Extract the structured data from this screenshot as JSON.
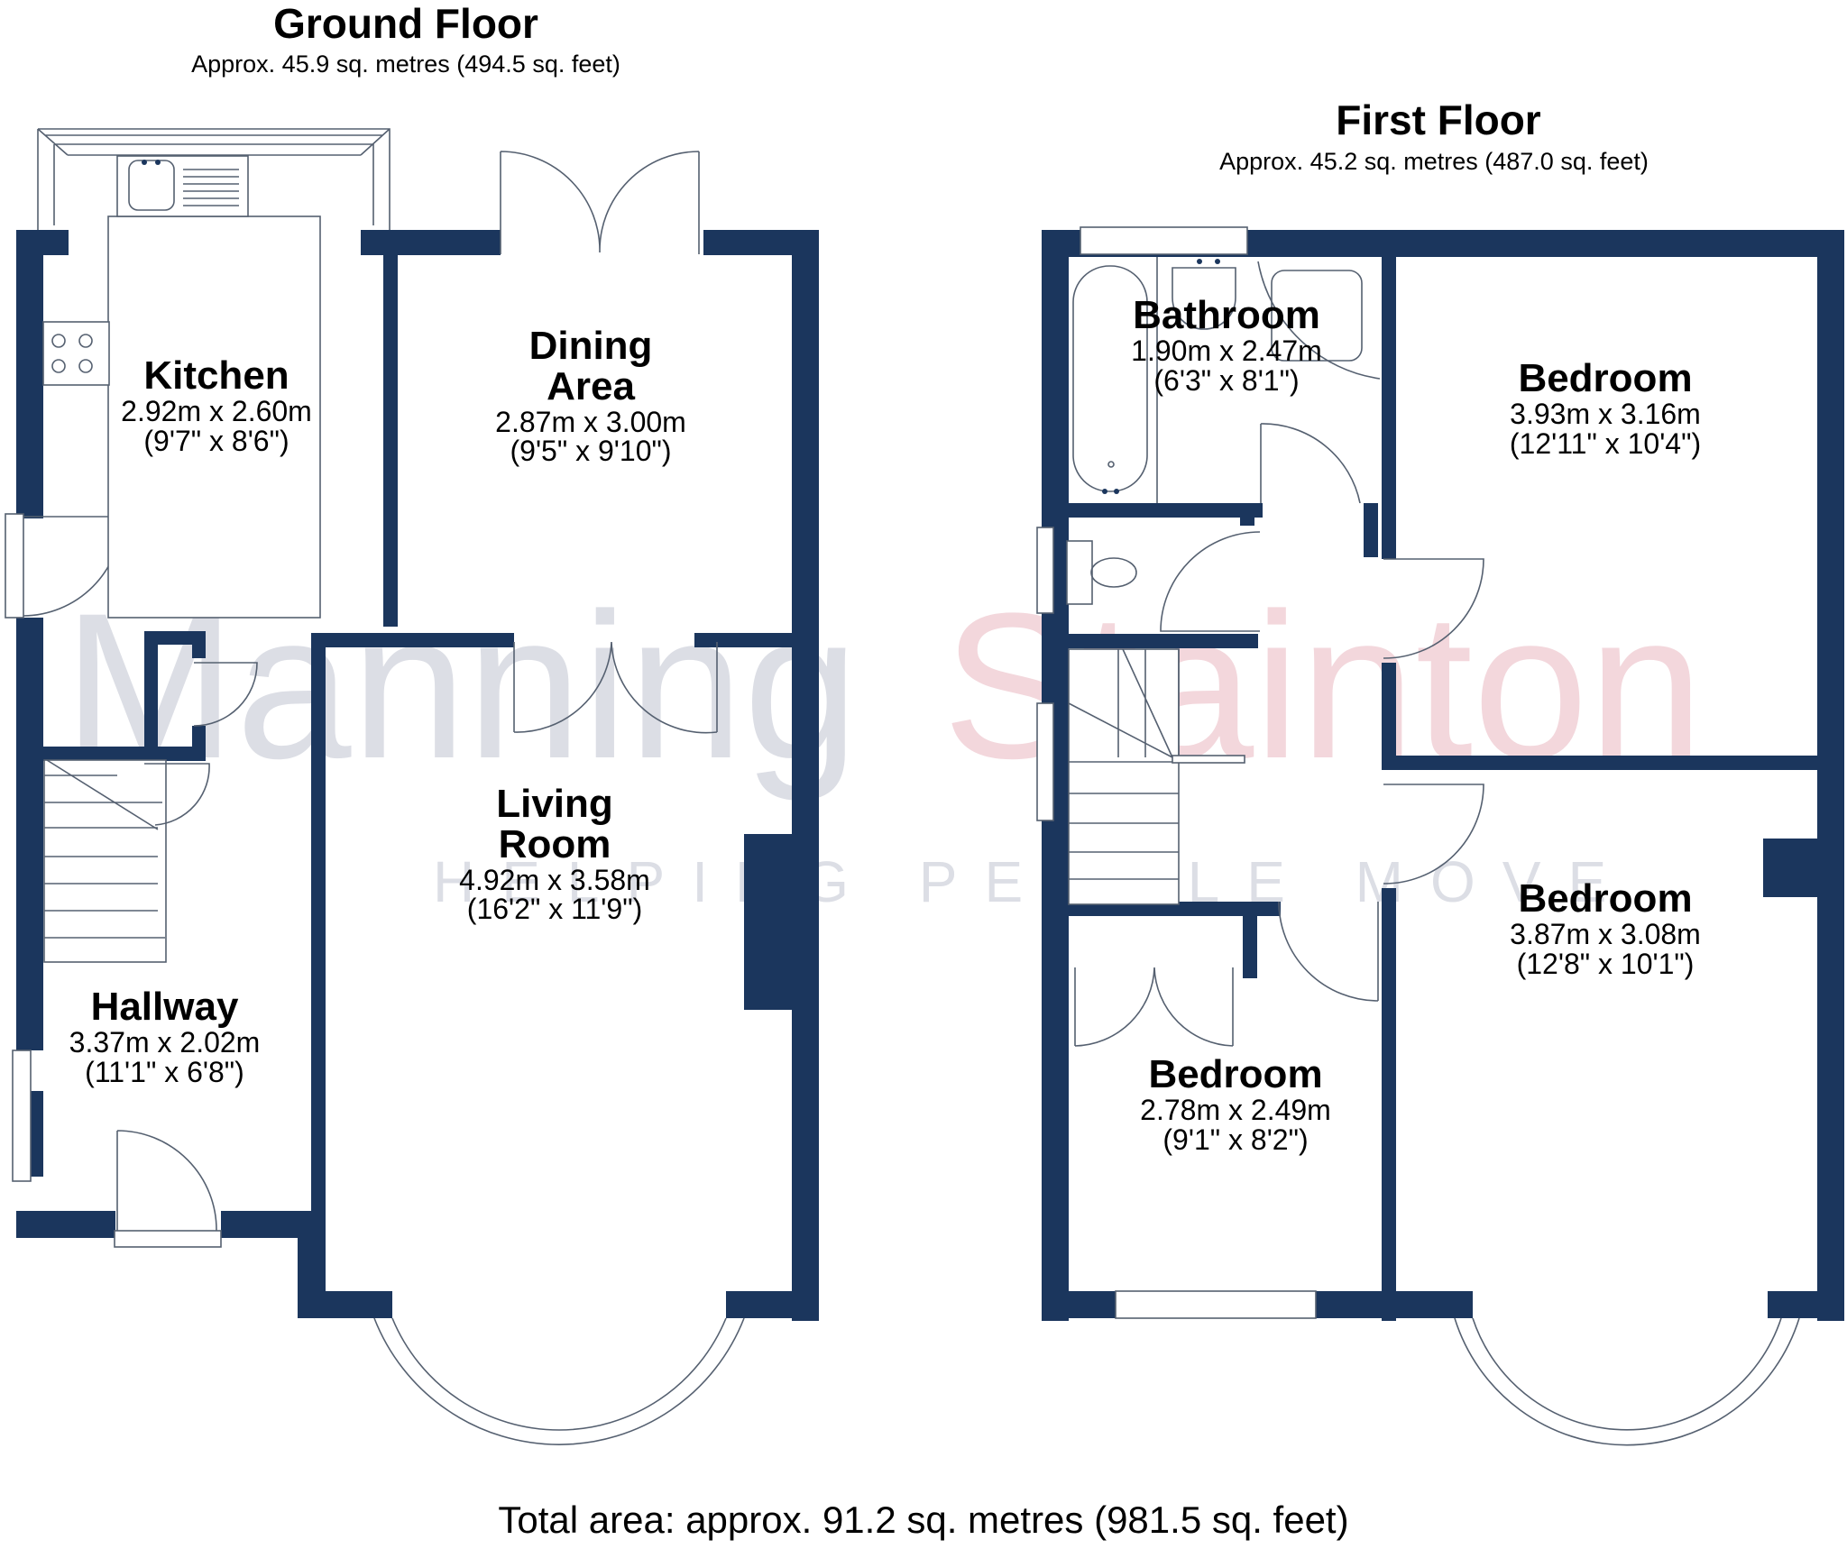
{
  "watermark": {
    "brand_left": "Manning",
    "brand_right": "Stainton",
    "tagline": "HELPING PEOPLE MOVE",
    "grey_color": "#dcdee5",
    "pink_color": "#f3d7dc"
  },
  "colors": {
    "wall": "#1b365d",
    "fixture_line": "#556070",
    "background": "#ffffff"
  },
  "ground_floor": {
    "title": "Ground Floor",
    "area": "Approx. 45.9 sq. metres (494.5 sq. feet)",
    "rooms": [
      {
        "name": "Kitchen",
        "metric": "2.92m x 2.60m",
        "imperial": "(9'7\" x 8'6\")"
      },
      {
        "name": "Dining Area",
        "metric": "2.87m x 3.00m",
        "imperial": "(9'5\" x 9'10\")"
      },
      {
        "name": "Living Room",
        "metric": "4.92m x 3.58m",
        "imperial": "(16'2\" x 11'9\")"
      },
      {
        "name": "Hallway",
        "metric": "3.37m x 2.02m",
        "imperial": "(11'1\" x 6'8\")"
      }
    ]
  },
  "first_floor": {
    "title": "First Floor",
    "area": "Approx. 45.2 sq. metres (487.0 sq. feet)",
    "rooms": [
      {
        "name": "Bathroom",
        "metric": "1.90m x 2.47m",
        "imperial": "(6'3\" x 8'1\")"
      },
      {
        "name": "Bedroom",
        "metric": "3.93m x 3.16m",
        "imperial": "(12'11\" x 10'4\")"
      },
      {
        "name": "Bedroom",
        "metric": "3.87m x 3.08m",
        "imperial": "(12'8\" x 10'1\")"
      },
      {
        "name": "Bedroom",
        "metric": "2.78m x 2.49m",
        "imperial": "(9'1\" x 8'2\")"
      }
    ]
  },
  "total_area": "Total area: approx. 91.2 sq. metres (981.5 sq. feet)"
}
